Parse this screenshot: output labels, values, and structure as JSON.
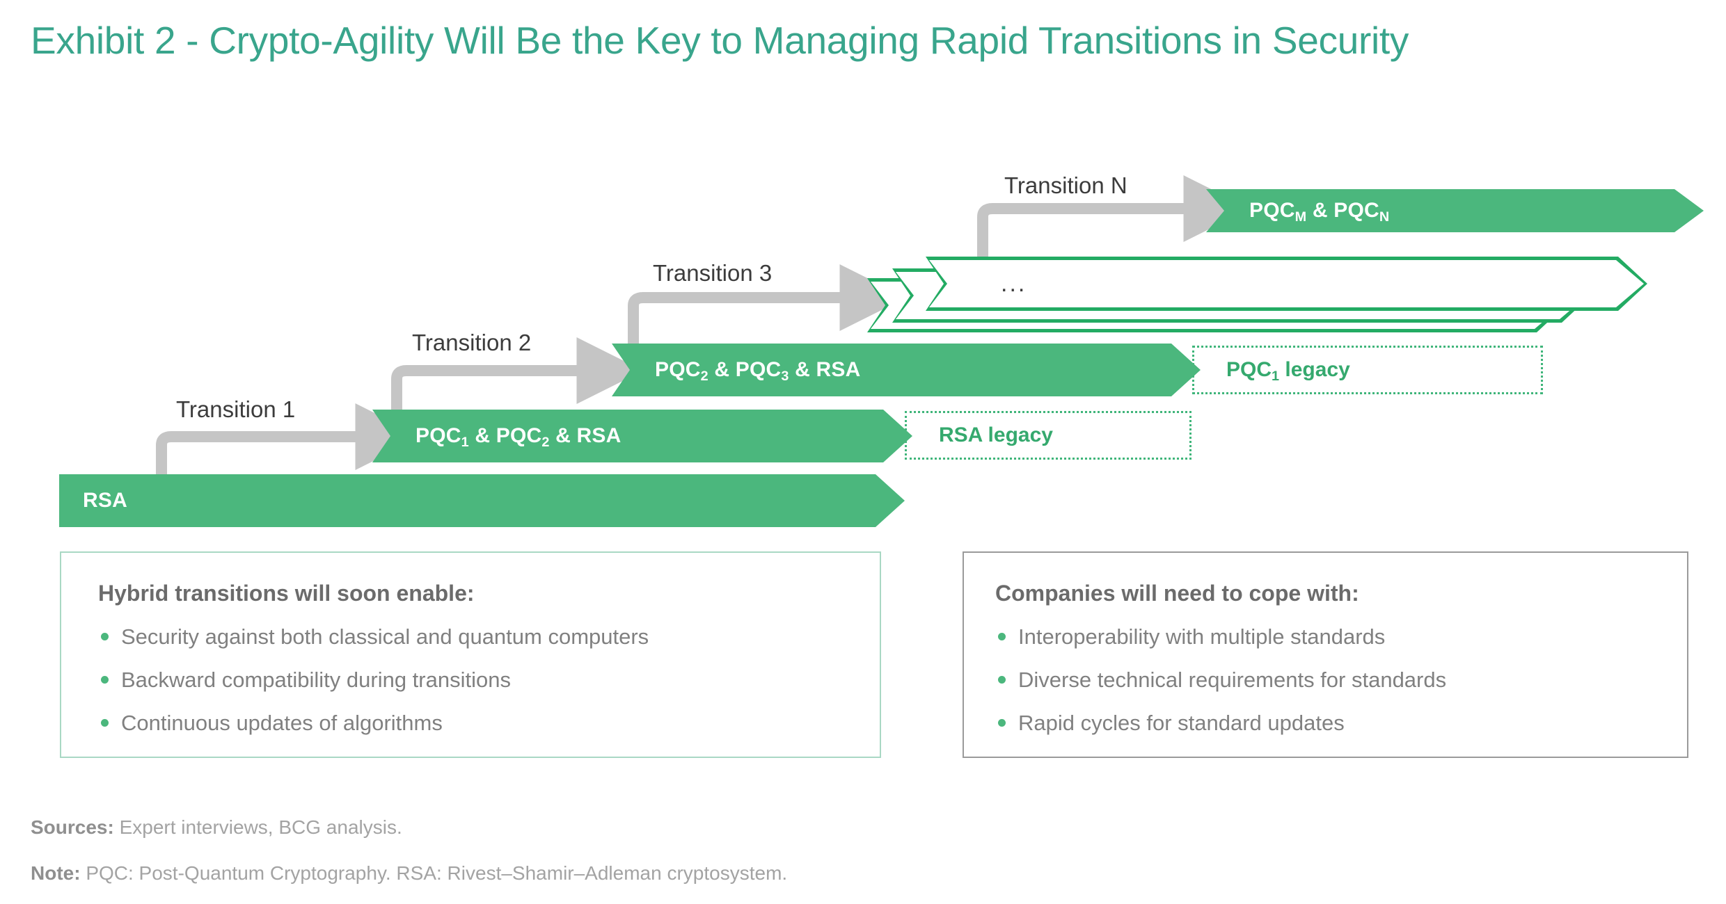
{
  "title": "Exhibit 2 - Crypto-Agility Will Be the Key to Managing Rapid Transitions in Security",
  "colors": {
    "title": "#39a58c",
    "bar_fill": "#4bb77d",
    "outline_green": "#23ab63",
    "legacy_green": "#35a96e",
    "arrow_gray": "#c5c5c5",
    "body_text": "#808080",
    "heading_text": "#6b6b6b",
    "footnote_text": "#a3a3a3",
    "left_box_border": "#a9d8c4",
    "right_box_border": "#9a9a9a"
  },
  "diagram": {
    "transitions": [
      {
        "label": "Transition 1"
      },
      {
        "label": "Transition 2"
      },
      {
        "label": "Transition 3"
      },
      {
        "label": "Transition N"
      }
    ],
    "bars": [
      {
        "label": "RSA",
        "label_html": "RSA"
      },
      {
        "label": "PQC1 & PQC2 & RSA",
        "label_html": "PQC<sub>1</sub> & PQC<sub>2</sub> & RSA"
      },
      {
        "label": "PQC2 & PQC3 & RSA",
        "label_html": "PQC<sub>2</sub> & PQC<sub>3</sub> & RSA"
      },
      {
        "label": "PQCM & PQCN",
        "label_html": "PQC<sub>M</sub> & PQC<sub>N</sub>"
      }
    ],
    "ellipsis_arrow": {
      "label": "..."
    },
    "legacy_boxes": [
      {
        "label": "RSA legacy",
        "label_html": "RSA legacy"
      },
      {
        "label": "PQC1 legacy",
        "label_html": "PQC<sub>1</sub> legacy"
      }
    ]
  },
  "info_boxes": [
    {
      "heading": "Hybrid transitions will soon enable:",
      "items": [
        "Security against both classical and quantum computers",
        "Backward compatibility during transitions",
        "Continuous updates of algorithms"
      ]
    },
    {
      "heading": "Companies will need to cope with:",
      "items": [
        "Interoperability with multiple standards",
        "Diverse technical requirements for standards",
        "Rapid cycles for standard updates"
      ]
    }
  ],
  "footnotes": [
    {
      "key": "Sources:",
      "text": " Expert interviews, BCG analysis."
    },
    {
      "key": "Note:",
      "text": " PQC: Post-Quantum Cryptography. RSA: Rivest–Shamir–Adleman cryptosystem."
    }
  ]
}
